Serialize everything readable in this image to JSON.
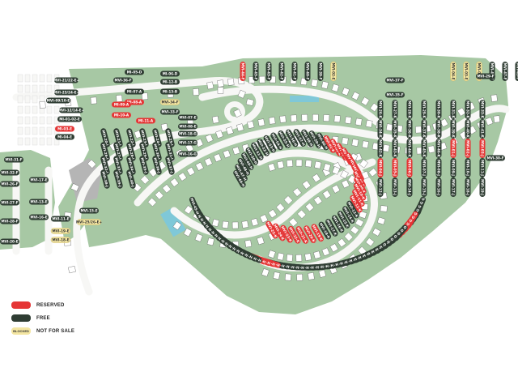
{
  "status_colors": {
    "reserved": "#e53535",
    "free": "#2f3d33",
    "blocked": "#f4e6a2"
  },
  "terrain_colors": {
    "green": "#a7c8a4",
    "road": "#f7f7f5",
    "pool": "#7fc8d8",
    "rock": "#b5b5b5",
    "building": "#ffffff"
  },
  "legend": {
    "reserved_label": "RESERVED",
    "free_label": "FREE",
    "blocked_chip": "BLOCKED",
    "blocked_label": "NOT FOR SALE"
  },
  "plots": [
    {
      "label": "MVI-44-F",
      "status": "reserved"
    },
    {
      "label": "MVI-45-F",
      "status": "free"
    },
    {
      "label": "MVI-43-F",
      "status": "free"
    },
    {
      "label": "MVI-42-F",
      "status": "free"
    },
    {
      "label": "MVI-41-F",
      "status": "free"
    },
    {
      "label": "MVI-40-F",
      "status": "free"
    },
    {
      "label": "MVI-39-F",
      "status": "free"
    },
    {
      "label": "MVI-02-E",
      "status": "blocked"
    },
    {
      "label": "MVI-04-E",
      "status": "blocked"
    },
    {
      "label": "MVI-03-E",
      "status": "blocked"
    },
    {
      "label": "MVI-01-E",
      "status": "blocked"
    },
    {
      "label": "MVI-48-F",
      "status": "free"
    },
    {
      "label": "MVI-47-F",
      "status": "free"
    },
    {
      "label": "MVI-49-F",
      "status": "free"
    },
    {
      "label": "MVI-05-E",
      "status": "blocked"
    },
    {
      "label": "MVI-06-E",
      "status": "blocked"
    },
    {
      "label": "MVI-21/22-E+",
      "status": "free"
    },
    {
      "label": "MVI-23/24-E+",
      "status": "free"
    },
    {
      "label": "MVI-09/10-E",
      "status": "free"
    },
    {
      "label": "MVI-12/14-E+",
      "status": "free"
    },
    {
      "label": "MI-01-02-E",
      "status": "free"
    },
    {
      "label": "MI-03-E",
      "status": "reserved"
    },
    {
      "label": "MI-04-E",
      "status": "free"
    },
    {
      "label": "MI-05-D",
      "status": "free"
    },
    {
      "label": "MI-06-D",
      "status": "free"
    },
    {
      "label": "MI-07-A",
      "status": "free"
    },
    {
      "label": "MI-08-A",
      "status": "reserved"
    },
    {
      "label": "MI-09-A",
      "status": "reserved"
    },
    {
      "label": "MI-10-A",
      "status": "reserved"
    },
    {
      "label": "MI-11-A",
      "status": "reserved"
    },
    {
      "label": "MI-12-B",
      "status": "free"
    },
    {
      "label": "MI-13-B",
      "status": "free"
    },
    {
      "label": "MVI-34-F",
      "status": "blocked"
    },
    {
      "label": "MVI-33-F",
      "status": "free"
    },
    {
      "label": "MVI-36-F",
      "status": "free"
    },
    {
      "label": "MVI-37-F",
      "status": "free"
    },
    {
      "label": "MVI-35-F",
      "status": "free"
    },
    {
      "label": "MVI-29-F",
      "status": "free"
    },
    {
      "label": "MVI-30-F",
      "status": "free"
    },
    {
      "label": "MVI-31-F",
      "status": "free"
    },
    {
      "label": "MVI-32-F",
      "status": "free"
    },
    {
      "label": "MVI-26-F",
      "status": "free"
    },
    {
      "label": "MVI-27-F",
      "status": "free"
    },
    {
      "label": "MVI-28-F",
      "status": "free"
    },
    {
      "label": "MVI-20-E",
      "status": "free"
    },
    {
      "label": "MVI-17-E",
      "status": "free"
    },
    {
      "label": "MVI-13-E",
      "status": "free"
    },
    {
      "label": "MVI-16-E",
      "status": "free"
    },
    {
      "label": "MVI-11-E",
      "status": "free"
    },
    {
      "label": "MVI-19-E",
      "status": "blocked"
    },
    {
      "label": "MVI-18-E",
      "status": "blocked"
    },
    {
      "label": "MVI-15-E",
      "status": "free"
    },
    {
      "label": "MVI-25/26-E+",
      "status": "blocked"
    },
    {
      "label": "MVI-07-E",
      "status": "free"
    },
    {
      "label": "MVI-08-E",
      "status": "free"
    },
    {
      "label": "MVI-18-G",
      "status": "free"
    },
    {
      "label": "MVI-17-G",
      "status": "free"
    },
    {
      "label": "MVI-16-G",
      "status": "free"
    },
    {
      "label": "MVI-15-G",
      "status": "free"
    },
    {
      "label": "MVI-14-G",
      "status": "free"
    },
    {
      "label": "MVI-13-G",
      "status": "free"
    },
    {
      "label": "MVI-12-G",
      "status": "free"
    },
    {
      "label": "MVI-11-G",
      "status": "reserved"
    },
    {
      "label": "MVI-10-G",
      "status": "reserved"
    },
    {
      "label": "MVI-09-G",
      "status": "reserved"
    },
    {
      "label": "MVI-08-G",
      "status": "reserved"
    },
    {
      "label": "MVI-07-D",
      "status": "free"
    },
    {
      "label": "MVI-06-D",
      "status": "free"
    },
    {
      "label": "MVI-05-D",
      "status": "free"
    },
    {
      "label": "MVI-04-D",
      "status": "free"
    },
    {
      "label": "MVI-03-D",
      "status": "free"
    },
    {
      "label": "MVI-02-D",
      "status": "free"
    },
    {
      "label": "MVI-01-D",
      "status": "free"
    },
    {
      "label": "MVI-01-H",
      "status": "free"
    },
    {
      "label": "MVI-02-H",
      "status": "free"
    },
    {
      "label": "MVI-03-H",
      "status": "free"
    },
    {
      "label": "MVI-04-H",
      "status": "free"
    },
    {
      "label": "MVI-05-H",
      "status": "free"
    },
    {
      "label": "MVI-06-H",
      "status": "free"
    },
    {
      "label": "MVI-07-H",
      "status": "free"
    },
    {
      "label": "MVI-08-H",
      "status": "free"
    },
    {
      "label": "MVI-09-H",
      "status": "free"
    },
    {
      "label": "MVI-10-H",
      "status": "free"
    },
    {
      "label": "MVI-11-H",
      "status": "free"
    },
    {
      "label": "MVI-12-H",
      "status": "free"
    },
    {
      "label": "MVI-13-H",
      "status": "free"
    },
    {
      "label": "MVI-14-H",
      "status": "free"
    },
    {
      "label": "MVI-15-H",
      "status": "free"
    },
    {
      "label": "MVI-16-H",
      "status": "free"
    },
    {
      "label": "MVI-17-H",
      "status": "free"
    },
    {
      "label": "MVI-18-H",
      "status": "free"
    },
    {
      "label": "MVI-19-H",
      "status": "free"
    },
    {
      "label": "MVI-20-H",
      "status": "free"
    },
    {
      "label": "MVI-21-H",
      "status": "free"
    },
    {
      "label": "MVI-22-H",
      "status": "free"
    },
    {
      "label": "MVI-23-H",
      "status": "reserved"
    },
    {
      "label": "MVI-24-H",
      "status": "reserved"
    },
    {
      "label": "MVI-25-H",
      "status": "reserved"
    },
    {
      "label": "MVI-26-H",
      "status": "reserved"
    },
    {
      "label": "MVI-27-H",
      "status": "free"
    },
    {
      "label": "MVI-28-H",
      "status": "free"
    },
    {
      "label": "MVI-29-H",
      "status": "free"
    },
    {
      "label": "MVI-30-H",
      "status": "free"
    },
    {
      "label": "MVI-31-H",
      "status": "free"
    },
    {
      "label": "MVI-32-H",
      "status": "free"
    },
    {
      "label": "MVI-33-H",
      "status": "free"
    },
    {
      "label": "MVI-34-H",
      "status": "free"
    },
    {
      "label": "MVI-35-H",
      "status": "free"
    },
    {
      "label": "MVI-36-H",
      "status": "free"
    },
    {
      "label": "MVI-37-H",
      "status": "free"
    },
    {
      "label": "MVI-38-H",
      "status": "free"
    },
    {
      "label": "MVI-39-H",
      "status": "free"
    },
    {
      "label": "MVI-40-H",
      "status": "free"
    },
    {
      "label": "MVI-41-H",
      "status": "free"
    },
    {
      "label": "MVI-42-H",
      "status": "free"
    },
    {
      "label": "MVI-43-H",
      "status": "free"
    },
    {
      "label": "MVI-44-H",
      "status": "free"
    },
    {
      "label": "MVI-45-H",
      "status": "free"
    },
    {
      "label": "MVI-46-H",
      "status": "free"
    },
    {
      "label": "MVI-47-H",
      "status": "free"
    },
    {
      "label": "MVI-48-H",
      "status": "free"
    },
    {
      "label": "MVI-49-H",
      "status": "free"
    },
    {
      "label": "MVI-50-H",
      "status": "free"
    },
    {
      "label": "MVI-51-H",
      "status": "free"
    },
    {
      "label": "MVI-52-H",
      "status": "free"
    },
    {
      "label": "MVI-53-H",
      "status": "free"
    },
    {
      "label": "MVI-54-H",
      "status": "free"
    },
    {
      "label": "MVI-55-H",
      "status": "free"
    },
    {
      "label": "MVI-56-H",
      "status": "free"
    },
    {
      "label": "MVI-57-H",
      "status": "free"
    },
    {
      "label": "MVI-58-H",
      "status": "free"
    },
    {
      "label": "MVI-59-H",
      "status": "free"
    },
    {
      "label": "MVI-60-H",
      "status": "free"
    },
    {
      "label": "MVI-01-K",
      "status": "reserved"
    },
    {
      "label": "MVI-02-K",
      "status": "reserved"
    },
    {
      "label": "MVI-03-K",
      "status": "reserved"
    },
    {
      "label": "MVI-04-K",
      "status": "reserved"
    },
    {
      "label": "MVI-05-K",
      "status": "reserved"
    },
    {
      "label": "MVI-06-K",
      "status": "reserved"
    },
    {
      "label": "MVI-07-K",
      "status": "reserved"
    },
    {
      "label": "MVI-08-K",
      "status": "reserved"
    },
    {
      "label": "MVI-09-K",
      "status": "reserved"
    },
    {
      "label": "MVI-10-K",
      "status": "reserved"
    },
    {
      "label": "MVI-11-K",
      "status": "reserved"
    },
    {
      "label": "MVI-12-K",
      "status": "reserved"
    },
    {
      "label": "MVI-13-K",
      "status": "free"
    },
    {
      "label": "MVI-14-K",
      "status": "free"
    },
    {
      "label": "MVI-15-K",
      "status": "free"
    },
    {
      "label": "MVI-16-K",
      "status": "free"
    },
    {
      "label": "MVI-17-K",
      "status": "free"
    },
    {
      "label": "MVI-18-K",
      "status": "free"
    },
    {
      "label": "MVI-19-K",
      "status": "reserved"
    },
    {
      "label": "MVI-20-K",
      "status": "reserved"
    },
    {
      "label": "MVI-21-K",
      "status": "reserved"
    },
    {
      "label": "MVI-22-K",
      "status": "reserved"
    },
    {
      "label": "MVI-23-K",
      "status": "reserved"
    },
    {
      "label": "MVI-24-K",
      "status": "reserved"
    },
    {
      "label": "MVI-25-K",
      "status": "reserved"
    },
    {
      "label": "MVI-26-K",
      "status": "free"
    },
    {
      "label": "MVI-27-K",
      "status": "free"
    },
    {
      "label": "MVI-28-K",
      "status": "free"
    },
    {
      "label": "MVI-29-K",
      "status": "free"
    },
    {
      "label": "MVI-30-K",
      "status": "free"
    },
    {
      "label": "MVI-31-K",
      "status": "free"
    },
    {
      "label": "MVI-32-K",
      "status": "free"
    },
    {
      "label": "MVI-33-K",
      "status": "free"
    },
    {
      "label": "MVI-34-K",
      "status": "free"
    },
    {
      "label": "MVI-35-K",
      "status": "free"
    },
    {
      "label": "MVI-36-K",
      "status": "free"
    },
    {
      "label": "MVI-37-K",
      "status": "free"
    },
    {
      "label": "MVI-38-K",
      "status": "free"
    },
    {
      "label": "MVI-39-K",
      "status": "free"
    },
    {
      "label": "MVI-40-K",
      "status": "free"
    },
    {
      "label": "MVI-41-K",
      "status": "free"
    },
    {
      "label": "MVI-42-K",
      "status": "free"
    },
    {
      "label": "MVI-43-K",
      "status": "free"
    },
    {
      "label": "MVI-44-K",
      "status": "free"
    },
    {
      "label": "MVI-45-K",
      "status": "free"
    },
    {
      "label": "MVI-46-K",
      "status": "free"
    },
    {
      "label": "MVI-01-J",
      "status": "reserved"
    },
    {
      "label": "MVI-02-J",
      "status": "reserved"
    },
    {
      "label": "MVI-03-J",
      "status": "reserved"
    },
    {
      "label": "MVI-04-J",
      "status": "reserved"
    },
    {
      "label": "MVI-05-J",
      "status": "reserved"
    },
    {
      "label": "MVI-06-J",
      "status": "reserved"
    },
    {
      "label": "MVI-07-J",
      "status": "free"
    },
    {
      "label": "MVI-08-J",
      "status": "free"
    },
    {
      "label": "MVI-09-J",
      "status": "free"
    },
    {
      "label": "MVI-10-J",
      "status": "free"
    },
    {
      "label": "MVI-11-J",
      "status": "free"
    },
    {
      "label": "MVI-12-J",
      "status": "free"
    },
    {
      "label": "MVI-13-J",
      "status": "free"
    },
    {
      "label": "MVI-14-J",
      "status": "free"
    },
    {
      "label": "MVI-15-J",
      "status": "free"
    },
    {
      "label": "MVI-16-J",
      "status": "free"
    },
    {
      "label": "MVI-17-J",
      "status": "free"
    },
    {
      "label": "MVI-18-J",
      "status": "free"
    },
    {
      "label": "MVI-19-J",
      "status": "free"
    },
    {
      "label": "MVI-20-J",
      "status": "free"
    },
    {
      "label": "MVI-21-J",
      "status": "free"
    },
    {
      "label": "MVI-22-J",
      "status": "free"
    },
    {
      "label": "MVI-23-J",
      "status": "free"
    },
    {
      "label": "MVI-24-J",
      "status": "free"
    },
    {
      "label": "MVI-25-J",
      "status": "free"
    },
    {
      "label": "MVI-26-J",
      "status": "free"
    },
    {
      "label": "MVI-27-J",
      "status": "free"
    },
    {
      "label": "MVI-28-J",
      "status": "free"
    },
    {
      "label": "MVI-29-J",
      "status": "free"
    },
    {
      "label": "MVI-30-J",
      "status": "free"
    },
    {
      "label": "MVI-31-J",
      "status": "free"
    },
    {
      "label": "MVI-32-J",
      "status": "free"
    },
    {
      "label": "MVI-33-J",
      "status": "free"
    },
    {
      "label": "MVI-34-J",
      "status": "free"
    },
    {
      "label": "MVI-35-J",
      "status": "free"
    },
    {
      "label": "MVI-36-J",
      "status": "free"
    },
    {
      "label": "MVI-37-J",
      "status": "free"
    },
    {
      "label": "MVI-38-J",
      "status": "free"
    },
    {
      "label": "MVI-39-J",
      "status": "free"
    },
    {
      "label": "MVI-40-J",
      "status": "free"
    }
  ]
}
